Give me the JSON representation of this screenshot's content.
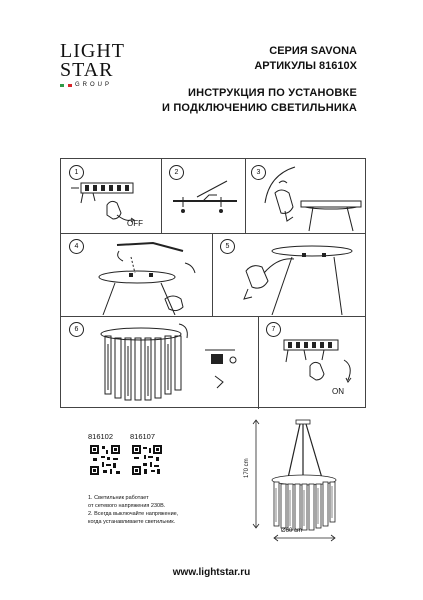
{
  "brand": {
    "logo_line1": "LIGHT",
    "logo_line2": "STAR",
    "logo_sub": "GROUP",
    "flag_colors": [
      "#2e9a47",
      "#ffffff",
      "#d8262c"
    ]
  },
  "header": {
    "series": "СЕРИЯ SAVONA",
    "articles": "АРТИКУЛЫ 81610X",
    "title_line1": "ИНСТРУКЦИЯ ПО УСТАНОВКЕ",
    "title_line2": "И ПОДКЛЮЧЕНИЮ СВЕТИЛЬНИКА"
  },
  "steps": {
    "n1": "1",
    "n2": "2",
    "n3": "3",
    "n4": "4",
    "n5": "5",
    "n6": "6",
    "n7": "7",
    "off_label": "OFF",
    "on_label": "ON"
  },
  "codes": {
    "code1": "816102",
    "code2": "816107"
  },
  "notes": {
    "line1": "1. Светильник работает",
    "line2": "от сетевого напряжения 230В.",
    "line3": "2. Всегда выключайте напряжение,",
    "line4": "когда устанавливаете светильник."
  },
  "dimensions": {
    "height": "170 cm",
    "diameter": "Ø60 cm"
  },
  "footer": {
    "url": "www.lightstar.ru"
  }
}
